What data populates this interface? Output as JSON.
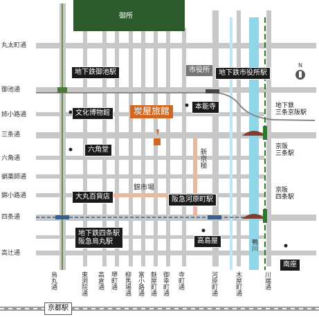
{
  "map": {
    "palace": "御所",
    "streets_h": [
      "丸太町通",
      "御池通",
      "姉小路通",
      "三条通",
      "六角通",
      "蛸薬師通",
      "錦小路通",
      "四条通",
      "高辻通"
    ],
    "streets_v": [
      "烏丸通",
      "東洞院通",
      "高倉通",
      "堺町通",
      "柳馬場通",
      "富小路通",
      "麩屋町通",
      "御幸町通",
      "寺町通",
      "河原町通",
      "木屋町通",
      "川端通"
    ],
    "river": "鴨川",
    "station_bottom": "京都駅",
    "compass": "N",
    "landmarks": {
      "hotel": "炭屋旅館",
      "city_hall": "市役所",
      "oike_sta": "地下鉄御池駅",
      "shiyakusho_sta": "地下鉄市役所駅",
      "museum": "文化博物館",
      "honnoji": "本能寺",
      "rokkakudo": "六角堂",
      "sanjo_keihan_sta": "地下鉄\n三条京阪駅",
      "keihan_sanjo": "京阪\n三条駅",
      "shinkyogoku": "新京極",
      "nishiki": "錦市場",
      "daimaru": "大丸百貨店",
      "hankyu_kawaramachi": "阪急河原町駅",
      "keihan_shijo": "京阪\n四条駅",
      "shijo_sta": "地下鉄四条駅\n阪急烏丸駅",
      "takashimaya": "高島屋",
      "minamiza": "南座"
    }
  },
  "colors": {
    "road": "#c8c8c8",
    "river": "#8fd6e8",
    "hotel": "#d0661f",
    "rail_green": "#2a7a2a",
    "palace": "#2d5a2d"
  }
}
